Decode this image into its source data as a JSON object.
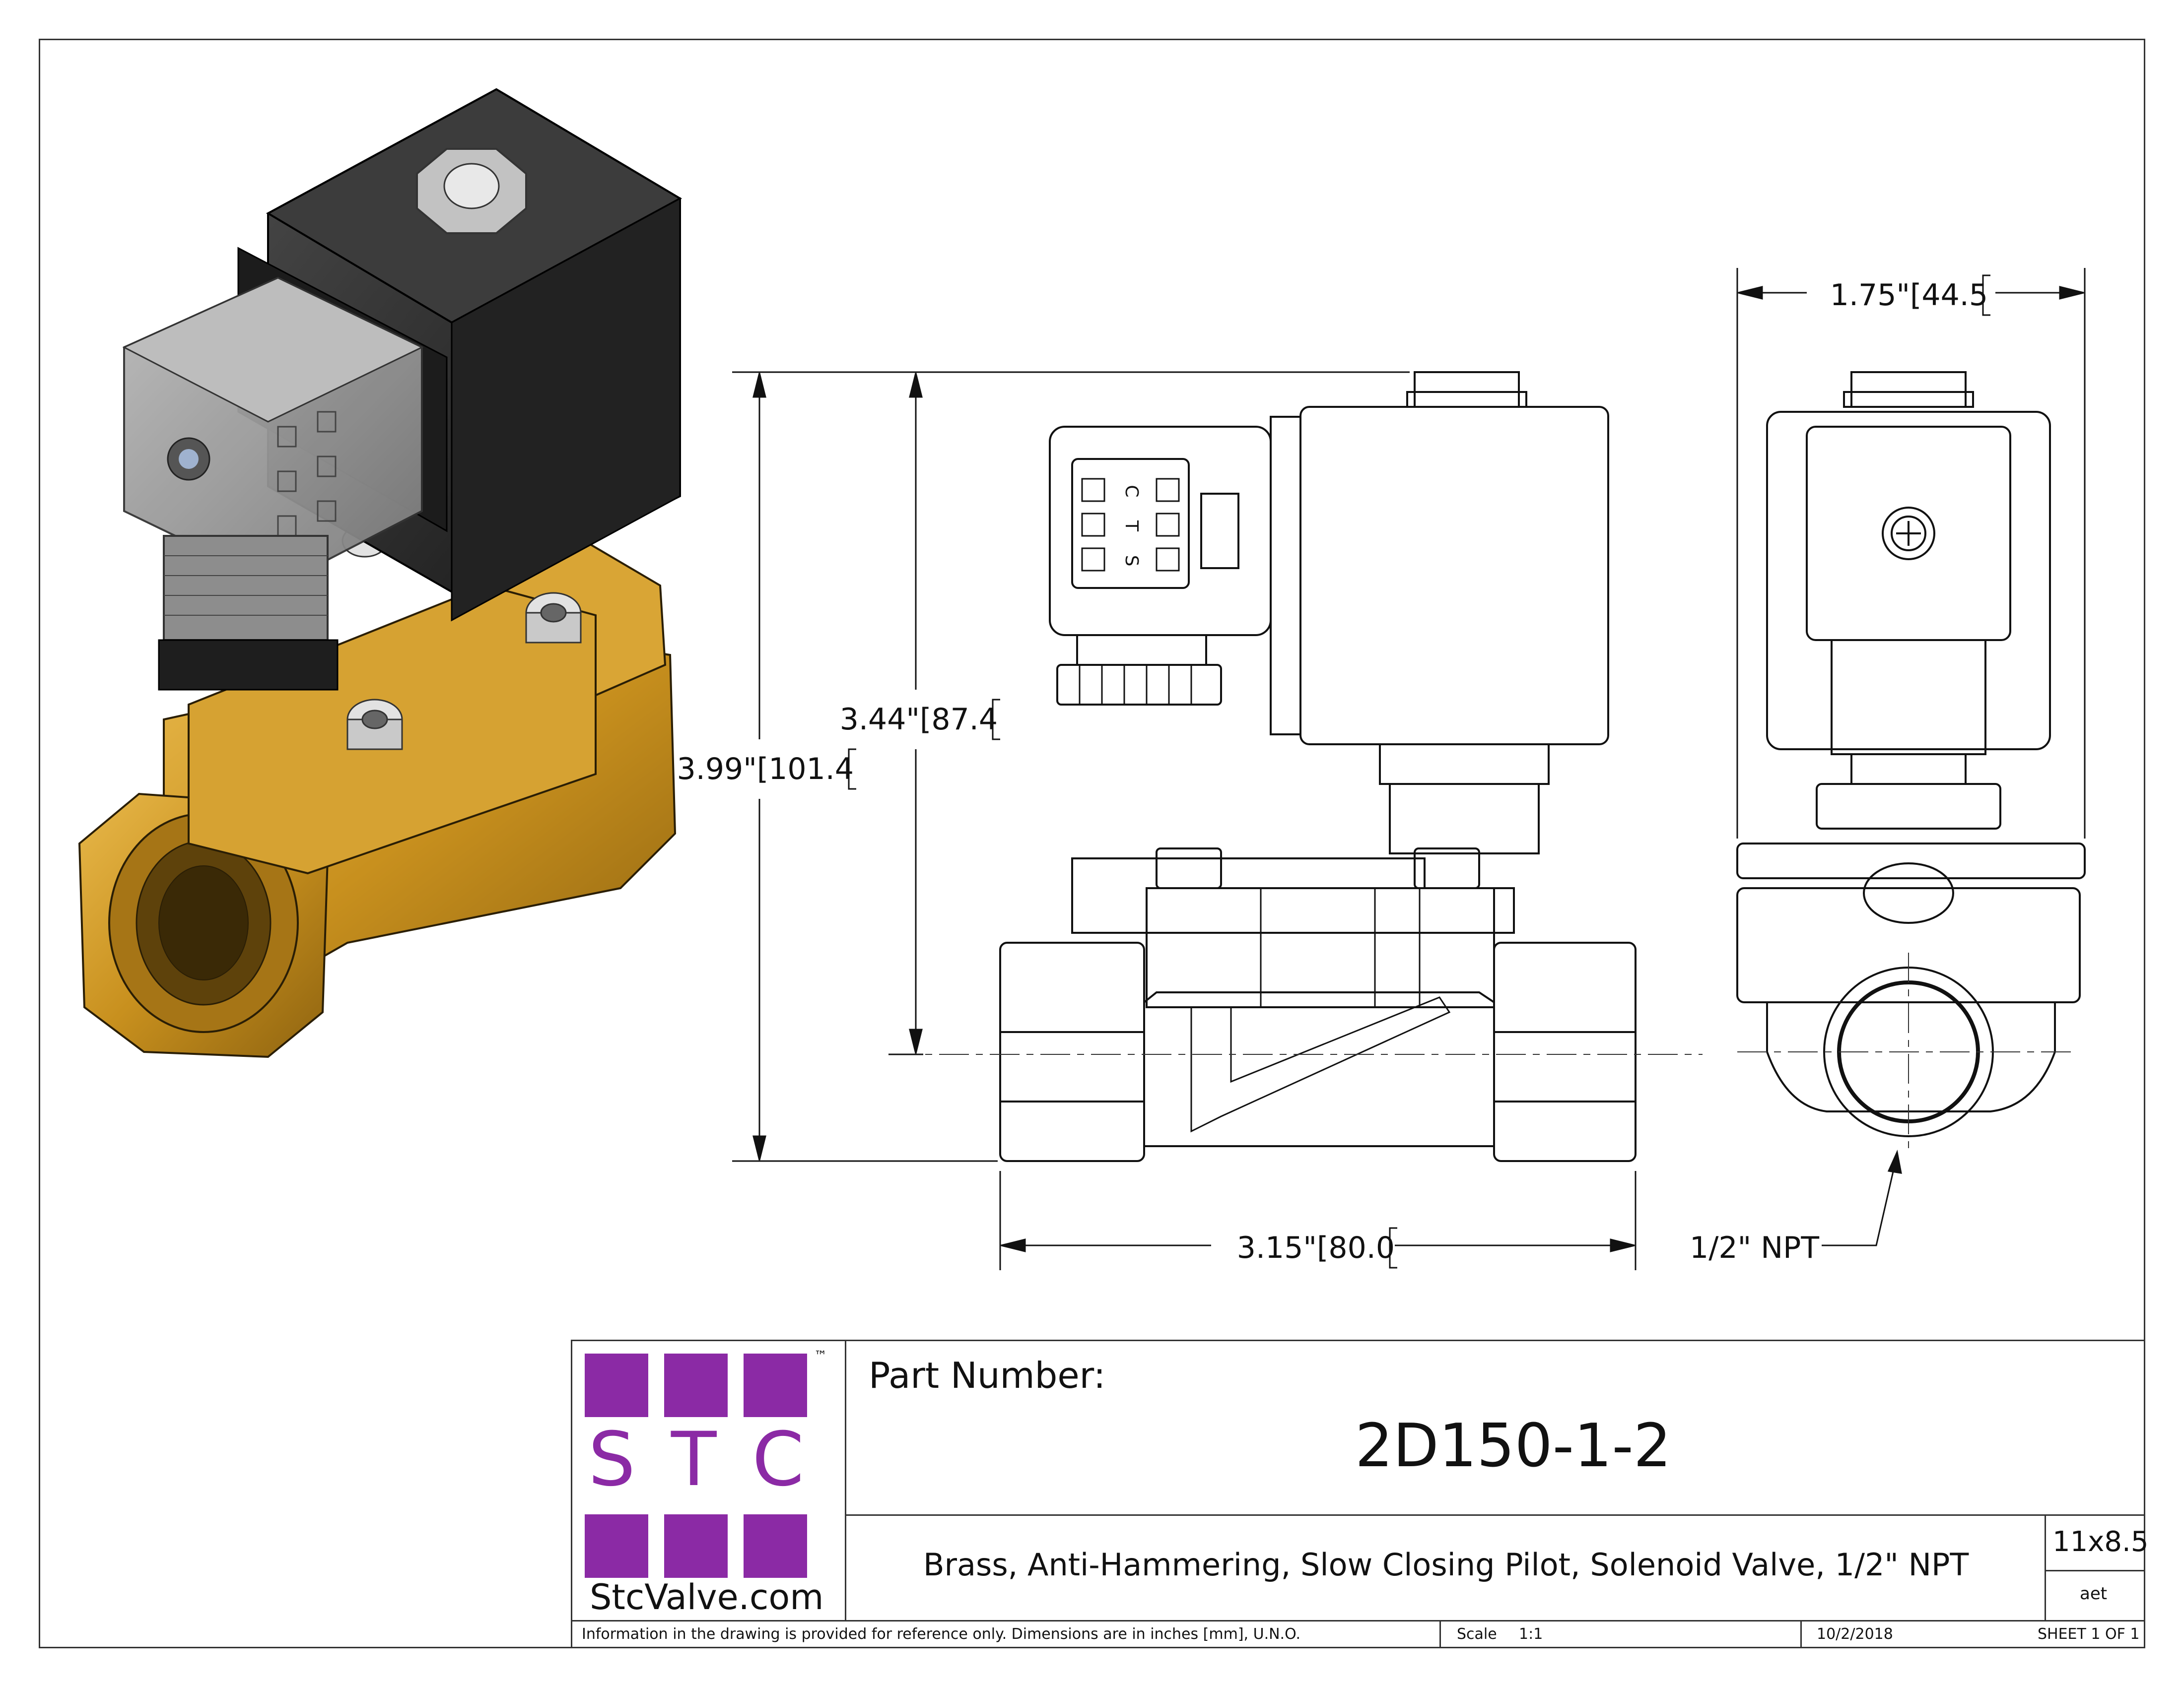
{
  "dimensions": {
    "overall_height": "3.99\"[101.4",
    "center_height": "3.44\"[87.4",
    "length": "3.15\"[80.0",
    "width": "1.75\"[44.5",
    "port": "1/2\" NPT"
  },
  "connector_labels": {
    "s": "S",
    "t": "T",
    "c": "C"
  },
  "logo": {
    "letters": "S T C",
    "tm": "™",
    "website": "StcValve.com",
    "color": "#8b2aa5"
  },
  "title_block": {
    "part_number_label": "Part Number:",
    "part_number": "2D150-1-2",
    "description": "Brass, Anti-Hammering, Slow Closing Pilot, Solenoid Valve, 1/2\" NPT",
    "size": "11x8.5",
    "drawn_by": "aet",
    "disclaimer": "Information in the drawing is provided for reference only. Dimensions are in inches [mm], U.N.O.",
    "scale_label": "Scale",
    "scale": "1:1",
    "date": "10/2/2018",
    "sheet": "SHEET 1 OF 1"
  }
}
